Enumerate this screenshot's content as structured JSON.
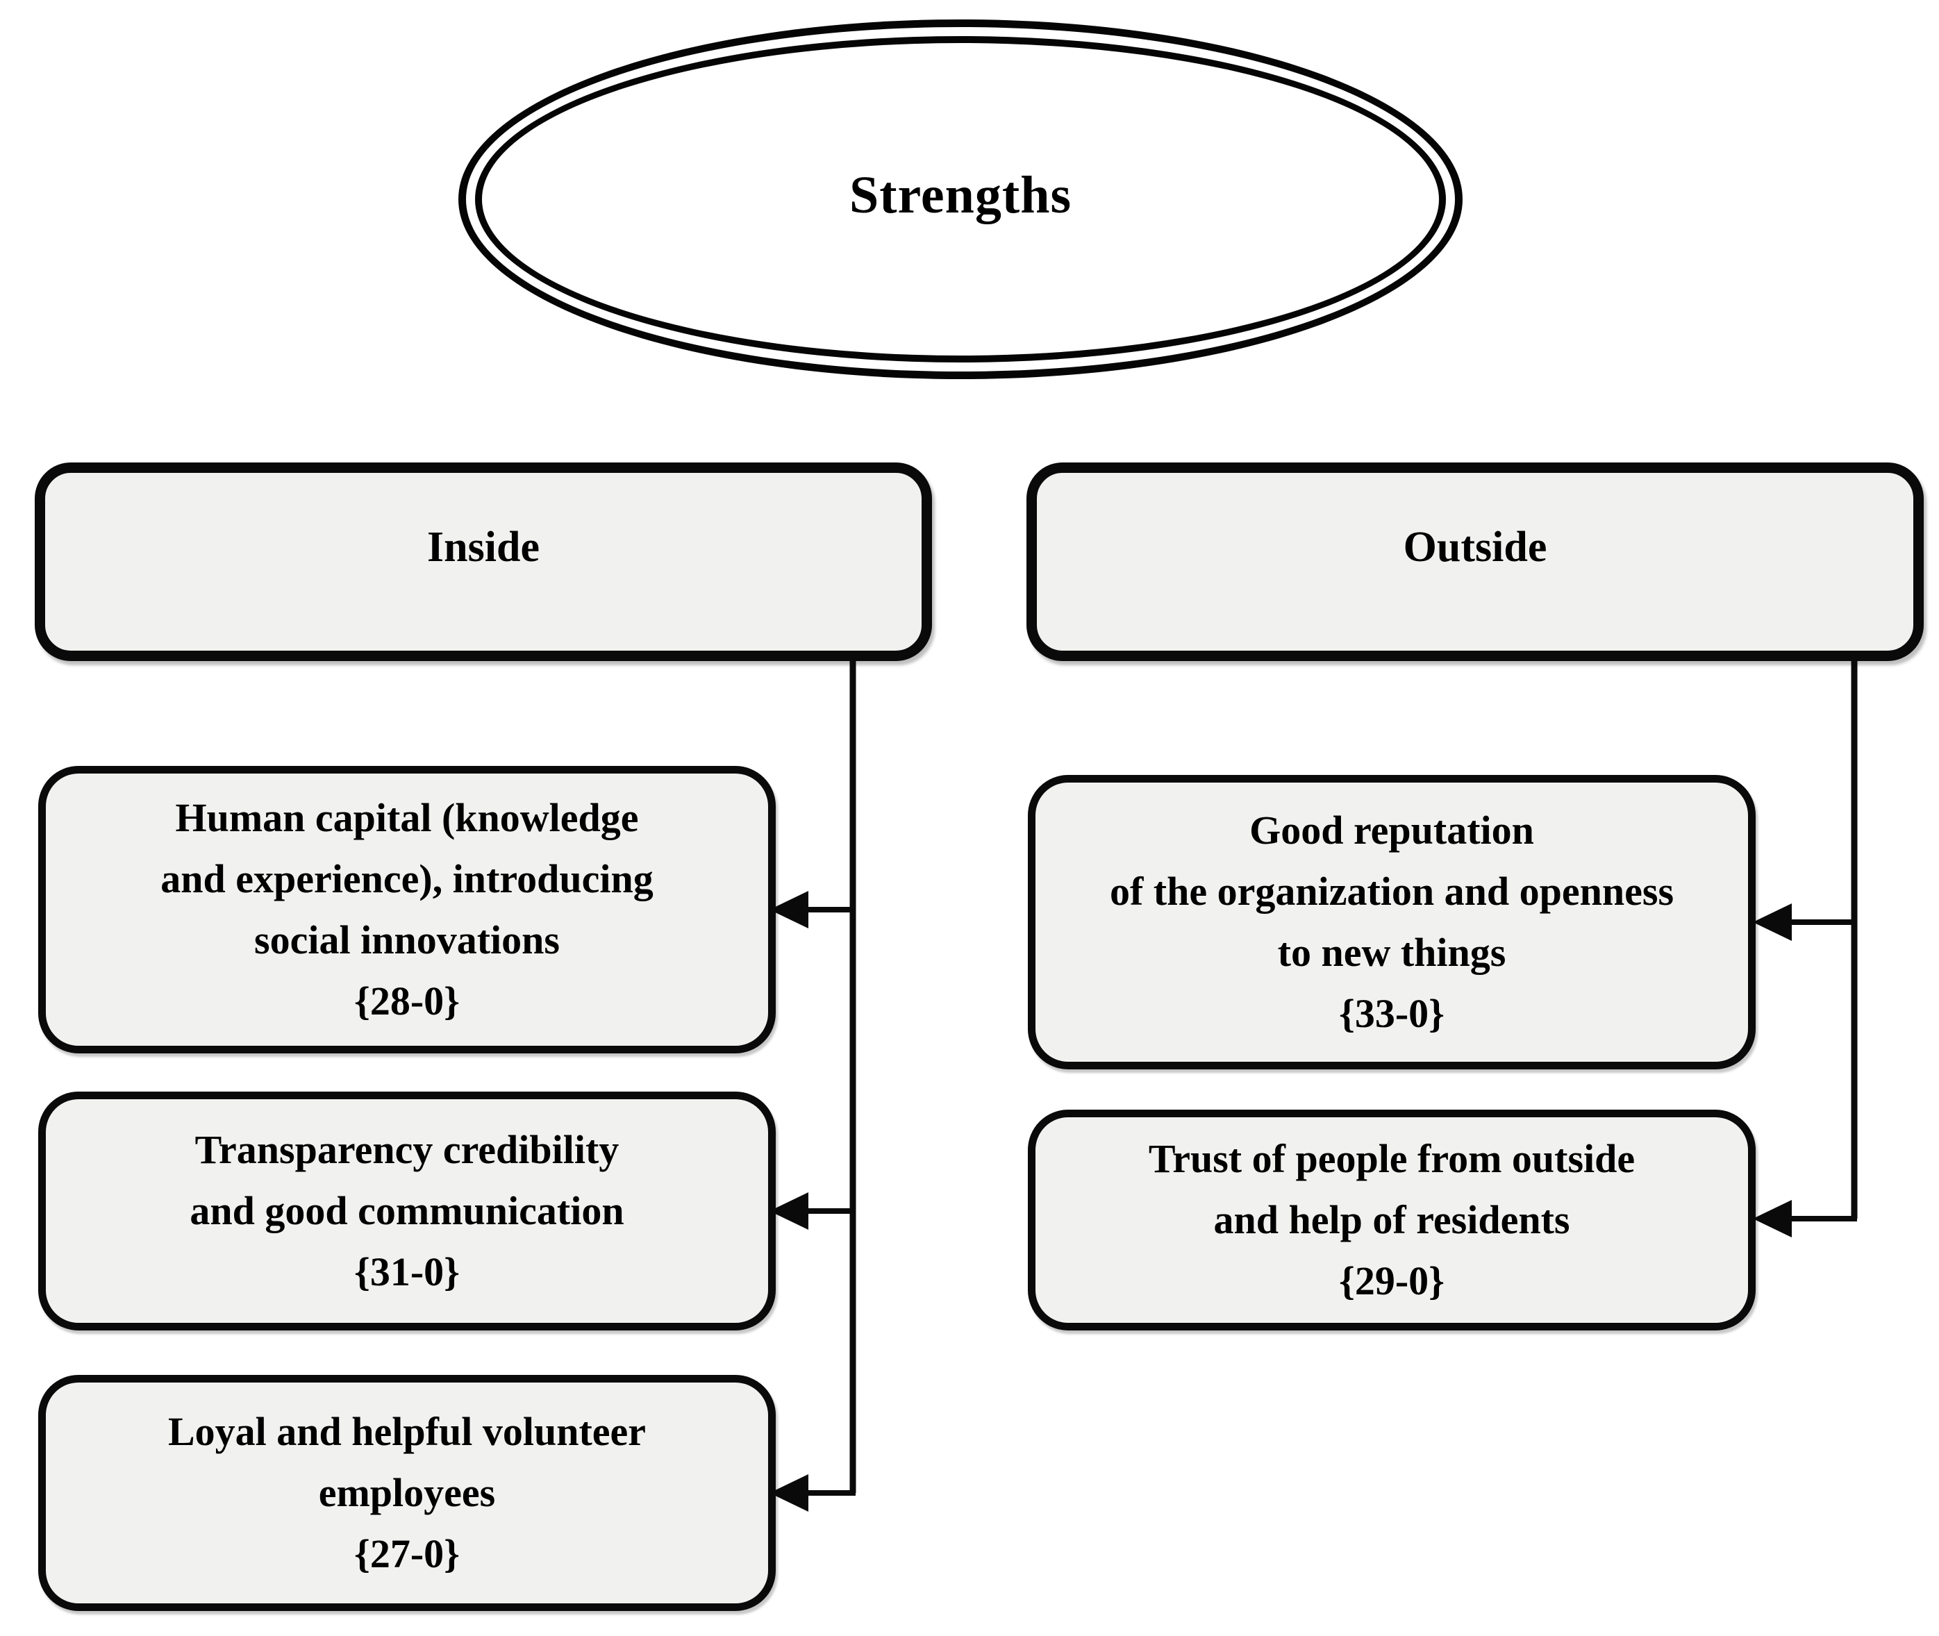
{
  "diagram": {
    "title": "Strengths",
    "columns": [
      {
        "header": "Inside",
        "items": [
          {
            "text": "Human capital (knowledge\nand experience), introducing\nsocial innovations",
            "count": "{28-0}"
          },
          {
            "text": "Transparency credibility\nand good communication",
            "count": "{31-0}"
          },
          {
            "text": "Loyal and helpful volunteer\nemployees",
            "count": "{27-0}"
          }
        ]
      },
      {
        "header": "Outside",
        "items": [
          {
            "text": "Good reputation\nof the organization and openness\nto new things",
            "count": "{33-0}"
          },
          {
            "text": "Trust of people from outside\nand help of residents",
            "count": "{29-0}"
          }
        ]
      }
    ],
    "colors": {
      "box_fill": "#f1f1f0",
      "line": "#000000",
      "background": "#ffffff"
    }
  }
}
